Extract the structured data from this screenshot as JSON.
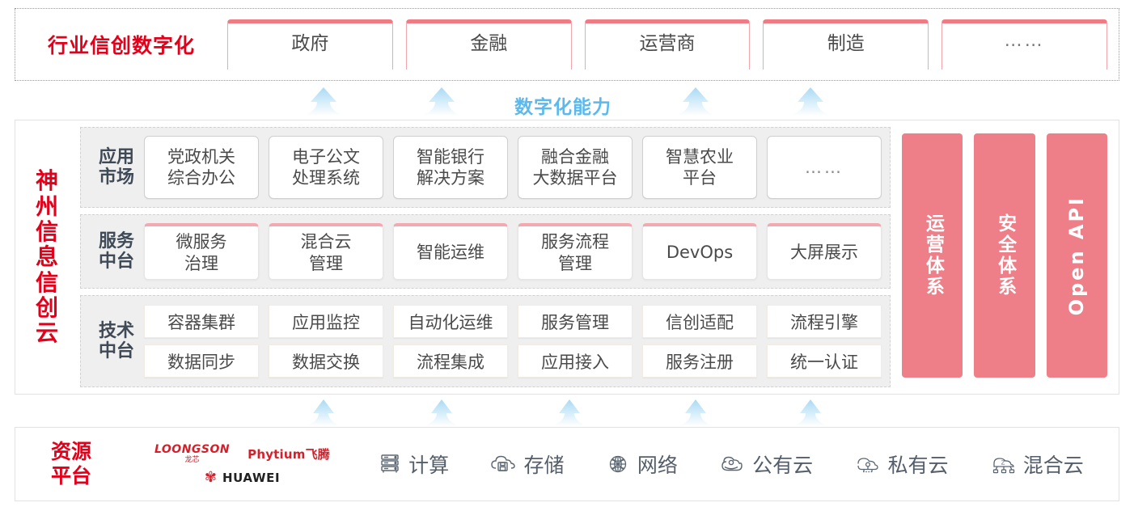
{
  "industry": {
    "title": "行业信创数字化",
    "boxes": [
      {
        "label": "政府"
      },
      {
        "label": "金融"
      },
      {
        "label": "运营商"
      },
      {
        "label": "制造"
      },
      {
        "label": "……"
      }
    ]
  },
  "connector": {
    "digital_capability_label": "数字化能力",
    "arrow_color": "#bfe3f7",
    "top_arrow_count": 4,
    "bottom_arrow_count": 5
  },
  "cloud": {
    "title": "神州信息信创云",
    "tiers": [
      {
        "label": "应用市场",
        "items": [
          "党政机关\n综合办公",
          "电子公文\n处理系统",
          "智能银行\n解决方案",
          "融合金融\n大数据平台",
          "智慧农业\n平台",
          "……"
        ]
      },
      {
        "label": "服务中台",
        "items": [
          "微服务\n治理",
          "混合云\n管理",
          "智能运维",
          "服务流程\n管理",
          "DevOps",
          "大屏展示"
        ]
      },
      {
        "label": "技术中台",
        "row1": [
          "容器集群",
          "应用监控",
          "自动化运维",
          "服务管理",
          "信创适配",
          "流程引擎"
        ],
        "row2": [
          "数据同步",
          "数据交换",
          "流程集成",
          "应用接入",
          "服务注册",
          "统一认证"
        ]
      }
    ],
    "pillars": [
      {
        "label": "运营体系",
        "orientation": "vertical-cjk"
      },
      {
        "label": "安全体系",
        "orientation": "vertical-cjk"
      },
      {
        "label": "Open API",
        "orientation": "vertical-latin"
      }
    ],
    "pillar_color": "#ee7f88"
  },
  "resource": {
    "title": "资源平台",
    "vendors": [
      {
        "name": "LOONGSON",
        "sub": "龙芯",
        "icon": "loongson-logo"
      },
      {
        "name": "Phytium飞腾",
        "icon": "phytium-logo"
      },
      {
        "name": "HUAWEI",
        "icon": "huawei-logo"
      }
    ],
    "items": [
      {
        "label": "计算",
        "icon": "server-icon"
      },
      {
        "label": "存储",
        "icon": "cloud-storage-icon"
      },
      {
        "label": "网络",
        "icon": "network-icon"
      },
      {
        "label": "公有云",
        "icon": "public-cloud-icon"
      },
      {
        "label": "私有云",
        "icon": "private-cloud-icon"
      },
      {
        "label": "混合云",
        "icon": "hybrid-cloud-icon"
      }
    ]
  },
  "colors": {
    "brand_red": "#e2001a",
    "accent_pink": "#ee7f88",
    "accent_blue": "#5bb9ee",
    "arrow_blue": "#bfe3f7"
  }
}
